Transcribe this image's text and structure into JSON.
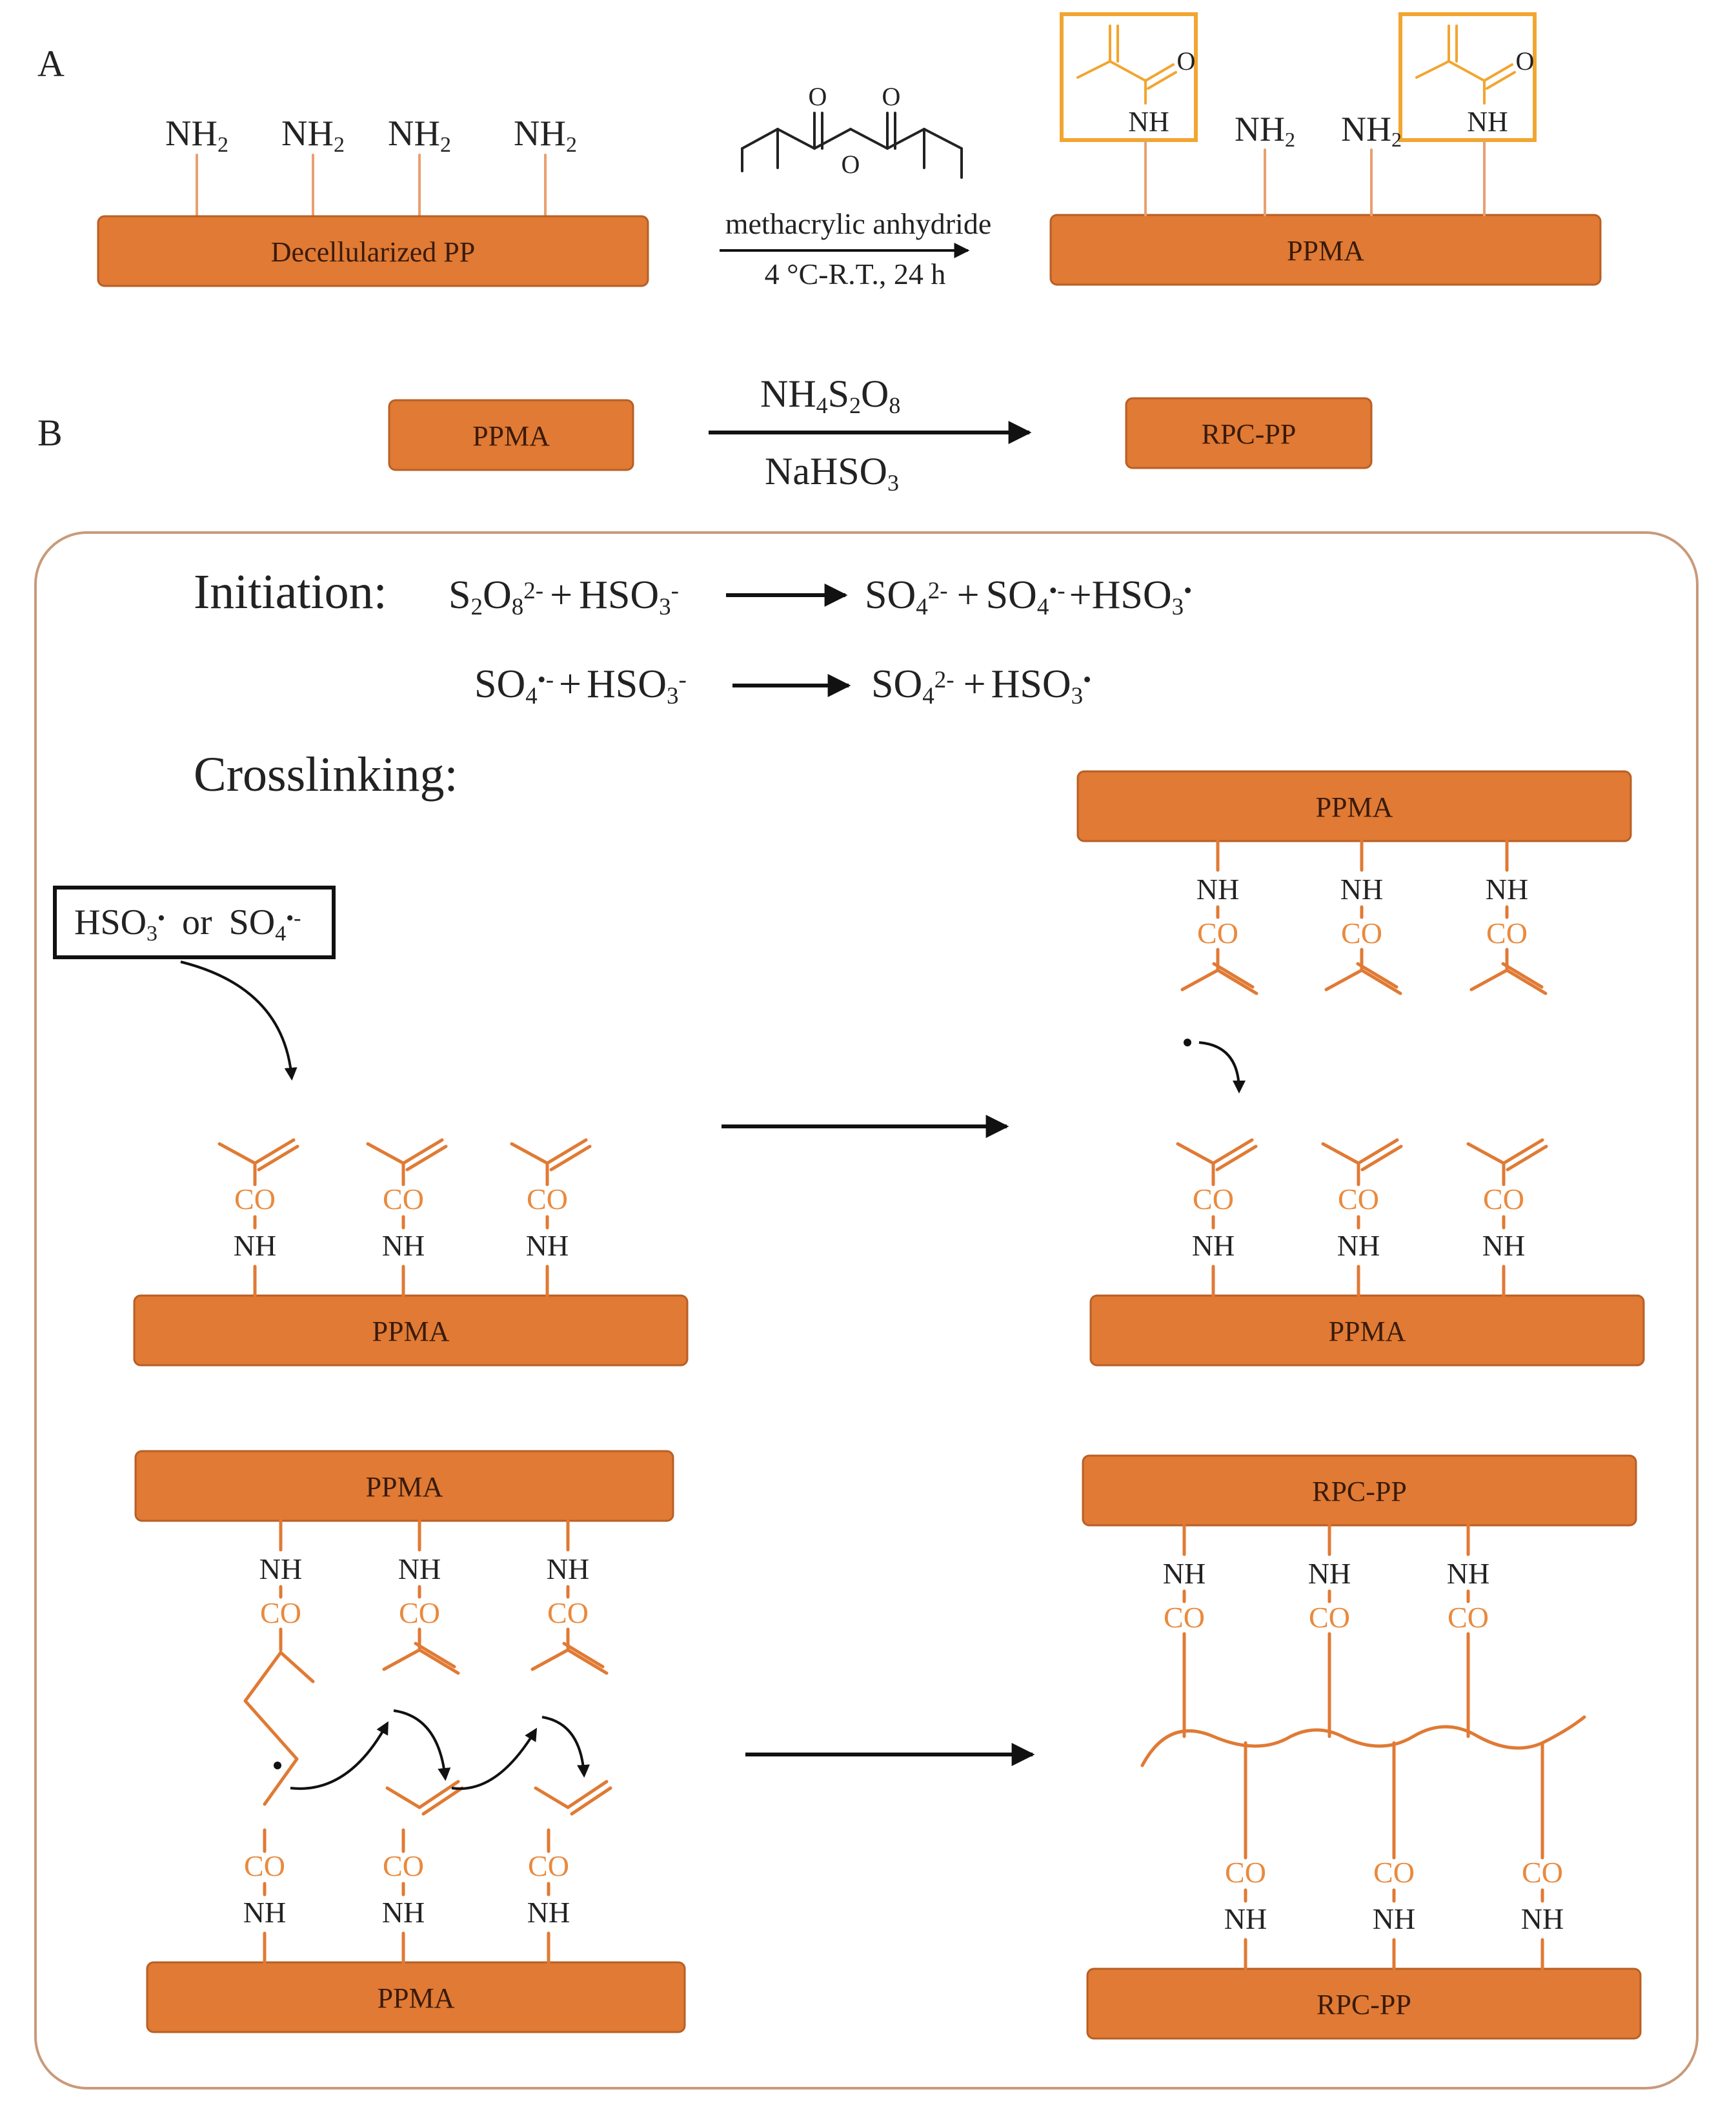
{
  "colors": {
    "bar_fill": "#e07a34",
    "bar_stroke": "#b85f25",
    "orange_text": "#e98a3e",
    "line_dark": "#222222",
    "highlight_box": "#f2a530",
    "panel_border": "#c89a7a"
  },
  "panel_a": {
    "label": "A",
    "amine_groups": [
      "NH",
      "NH",
      "NH",
      "NH"
    ],
    "amine_subscript": "2",
    "substrate_label": "Decellularized PP",
    "reagent_oxygens": [
      "O",
      "O",
      "O"
    ],
    "reagent_name": "methacrylic anhydride",
    "conditions": "4 °C-R.T., 24 h",
    "product_label": "PPMA",
    "product_groups": [
      "NH",
      "NH",
      "NH",
      "NH"
    ],
    "carbonyl_oxygen": "O"
  },
  "panel_b": {
    "label": "B",
    "start_label": "PPMA",
    "end_label": "RPC-PP",
    "reagent_top": {
      "base": "NH",
      "sub1": "4",
      "mid1": "S",
      "sub2": "2",
      "mid2": "O",
      "sub3": "8"
    },
    "reagent_bottom": {
      "base": "NaHSO",
      "sub": "3"
    }
  },
  "mechanism": {
    "initiation_title": "Initiation:",
    "crosslinking_title": "Crosslinking:",
    "eq1": {
      "reactant1": {
        "s": "S",
        "s_sub": "2",
        "o": "O",
        "o_sub": "8",
        "sup": "2-"
      },
      "plus": "+",
      "reactant2": {
        "base": "HSO",
        "sub": "3",
        "sup": "-"
      },
      "product1": {
        "base": "SO",
        "sub": "4",
        "sup": "2-"
      },
      "product2": {
        "base": "SO",
        "sub": "4",
        "sup": "•-"
      },
      "product3": {
        "base": "HSO",
        "sub": "3",
        "sup": "•"
      }
    },
    "eq2": {
      "reactant1": {
        "base": "SO",
        "sub": "4",
        "sup": "•-"
      },
      "plus": "+",
      "reactant2": {
        "base": "HSO",
        "sub": "3",
        "sup": "-"
      },
      "product1": {
        "base": "SO",
        "sub": "4",
        "sup": "2-"
      },
      "product2": {
        "base": "HSO",
        "sub": "3",
        "sup": "•"
      }
    },
    "radical_box": {
      "r1_base": "HSO",
      "r1_sub": "3",
      "r1_sup": "•",
      "or": "or",
      "r2_base": "SO",
      "r2_sub": "4",
      "r2_sup": "•-"
    },
    "nh": "NH",
    "co": "CO",
    "radical_dot": "•",
    "ppma": "PPMA",
    "rpc_pp": "RPC-PP"
  }
}
